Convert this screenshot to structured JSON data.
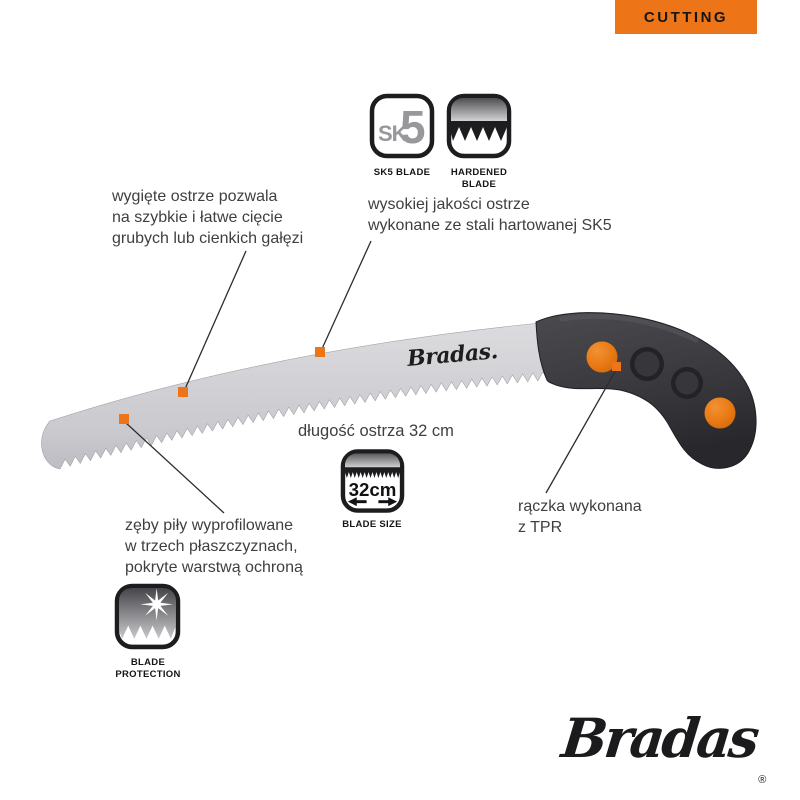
{
  "badge": {
    "label": "CUTTING"
  },
  "colors": {
    "accent_orange": "#ee7418",
    "text_gray": "#3f3f41",
    "handle_dark": "#3c3c40",
    "blade_silver": "#cfcfd4"
  },
  "icons": {
    "sk5": {
      "glyph_small": "SK",
      "glyph_big": "5",
      "label": "SK5 BLADE"
    },
    "hardened": {
      "label_lines": [
        "HARDENED",
        "BLADE"
      ]
    },
    "blade_size": {
      "value": "32cm",
      "label": "BLADE SIZE"
    },
    "blade_protection": {
      "label_lines": [
        "BLADE",
        "PROTECTION"
      ]
    }
  },
  "annotations": {
    "curved_blade": {
      "lines": [
        "wygięte ostrze pozwala",
        "na szybkie i łatwe cięcie",
        "grubych lub cienkich gałęzi"
      ]
    },
    "steel_quality": {
      "lines": [
        "wysokiej jakości ostrze",
        "wykonane ze stali hartowanej SK5"
      ]
    },
    "blade_length": {
      "text": "długość ostrza 32 cm"
    },
    "handle_material": {
      "lines": [
        "rączka wykonana",
        "z TPR"
      ]
    },
    "saw_teeth": {
      "lines": [
        "zęby piły wyprofilowane",
        "w trzech płaszczyznach,",
        "pokryte warstwą ochroną"
      ]
    }
  },
  "saw": {
    "brand_on_blade": "Bradas."
  },
  "footer_logo": {
    "text": "Bradas",
    "registered": "®"
  }
}
